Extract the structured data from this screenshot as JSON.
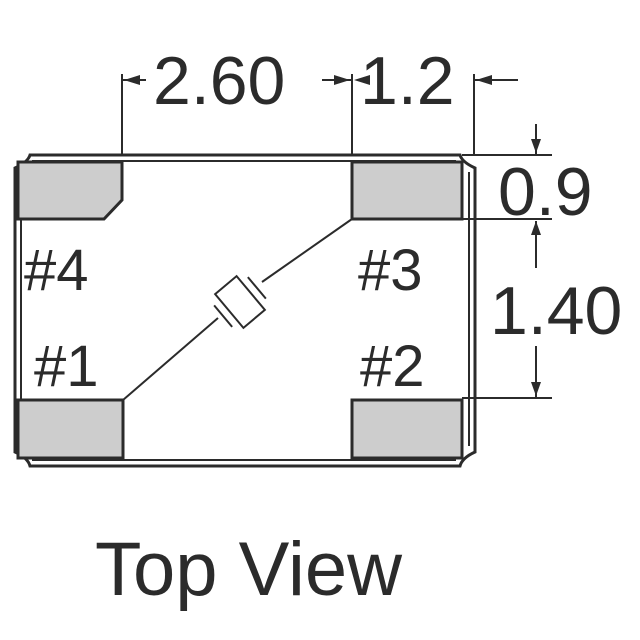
{
  "dimensions": {
    "width_pad_to_pad": "2.60",
    "pad_width": "1.2",
    "pad_height": "0.9",
    "pad_gap_vertical": "1.40"
  },
  "pads": {
    "pad1": "#1",
    "pad2": "#2",
    "pad3": "#3",
    "pad4": "#4"
  },
  "caption": "Top View",
  "colors": {
    "pad_fill": "#cdcdcd",
    "line": "#2b2b2b",
    "background": "#ffffff"
  }
}
